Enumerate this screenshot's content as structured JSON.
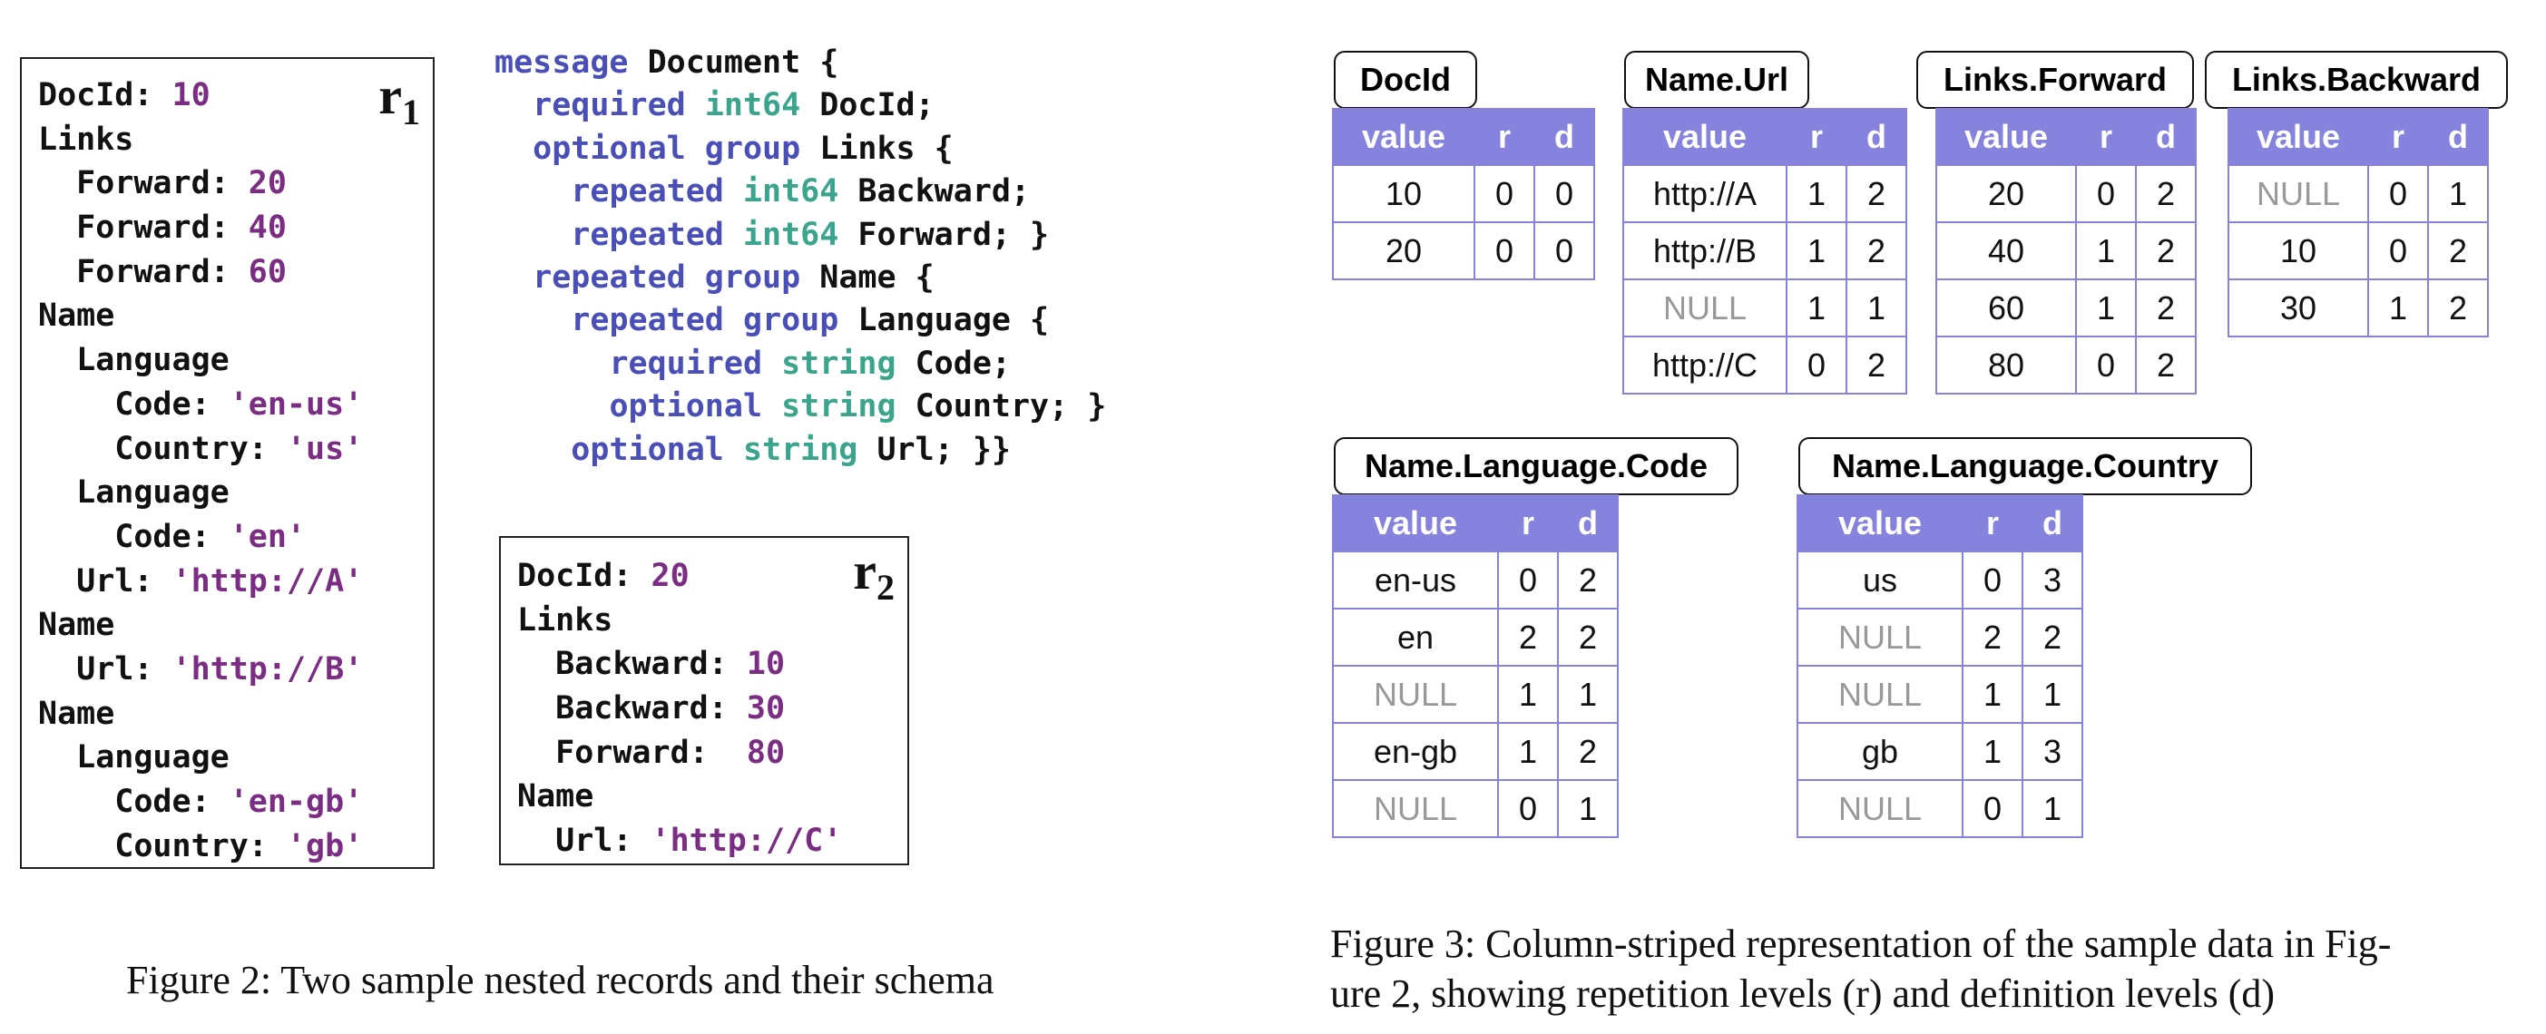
{
  "record1": {
    "label": "r",
    "label_sub": "1",
    "lines": [
      {
        "k": "DocId: ",
        "v": "10"
      },
      {
        "k": "Links",
        "v": ""
      },
      {
        "k": "  Forward: ",
        "v": "20"
      },
      {
        "k": "  Forward: ",
        "v": "40"
      },
      {
        "k": "  Forward: ",
        "v": "60"
      },
      {
        "k": "Name",
        "v": ""
      },
      {
        "k": "  Language",
        "v": ""
      },
      {
        "k": "    Code: ",
        "v": "'en-us'"
      },
      {
        "k": "    Country: ",
        "v": "'us'"
      },
      {
        "k": "  Language",
        "v": ""
      },
      {
        "k": "    Code: ",
        "v": "'en'"
      },
      {
        "k": "  Url: ",
        "v": "'http://A'"
      },
      {
        "k": "Name",
        "v": ""
      },
      {
        "k": "  Url: ",
        "v": "'http://B'"
      },
      {
        "k": "Name",
        "v": ""
      },
      {
        "k": "  Language",
        "v": ""
      },
      {
        "k": "    Code: ",
        "v": "'en-gb'"
      },
      {
        "k": "    Country: ",
        "v": "'gb'"
      }
    ]
  },
  "record2": {
    "label": "r",
    "label_sub": "2",
    "lines": [
      {
        "k": "DocId: ",
        "v": "20"
      },
      {
        "k": "Links",
        "v": ""
      },
      {
        "k": "  Backward: ",
        "v": "10"
      },
      {
        "k": "  Backward: ",
        "v": "30"
      },
      {
        "k": "  Forward:  ",
        "v": "80"
      },
      {
        "k": "Name",
        "v": ""
      },
      {
        "k": "  Url: ",
        "v": "'http://C'"
      }
    ]
  },
  "schema": {
    "lines": [
      [
        {
          "t": "message",
          "c": "kw"
        },
        {
          "t": " Document {",
          "c": ""
        }
      ],
      [
        {
          "t": "  ",
          "c": ""
        },
        {
          "t": "required",
          "c": "kw"
        },
        {
          "t": " ",
          "c": ""
        },
        {
          "t": "int64",
          "c": "ty"
        },
        {
          "t": " DocId;",
          "c": ""
        }
      ],
      [
        {
          "t": "  ",
          "c": ""
        },
        {
          "t": "optional group",
          "c": "kw"
        },
        {
          "t": " Links {",
          "c": ""
        }
      ],
      [
        {
          "t": "    ",
          "c": ""
        },
        {
          "t": "repeated",
          "c": "kw"
        },
        {
          "t": " ",
          "c": ""
        },
        {
          "t": "int64",
          "c": "ty"
        },
        {
          "t": " Backward;",
          "c": ""
        }
      ],
      [
        {
          "t": "    ",
          "c": ""
        },
        {
          "t": "repeated",
          "c": "kw"
        },
        {
          "t": " ",
          "c": ""
        },
        {
          "t": "int64",
          "c": "ty"
        },
        {
          "t": " Forward; }",
          "c": ""
        }
      ],
      [
        {
          "t": "  ",
          "c": ""
        },
        {
          "t": "repeated group",
          "c": "kw"
        },
        {
          "t": " Name {",
          "c": ""
        }
      ],
      [
        {
          "t": "    ",
          "c": ""
        },
        {
          "t": "repeated group",
          "c": "kw"
        },
        {
          "t": " Language {",
          "c": ""
        }
      ],
      [
        {
          "t": "      ",
          "c": ""
        },
        {
          "t": "required",
          "c": "kw"
        },
        {
          "t": " ",
          "c": ""
        },
        {
          "t": "string",
          "c": "ty"
        },
        {
          "t": " Code;",
          "c": ""
        }
      ],
      [
        {
          "t": "      ",
          "c": ""
        },
        {
          "t": "optional",
          "c": "kw"
        },
        {
          "t": " ",
          "c": ""
        },
        {
          "t": "string",
          "c": "ty"
        },
        {
          "t": " Country; }",
          "c": ""
        }
      ],
      [
        {
          "t": "    ",
          "c": ""
        },
        {
          "t": "optional",
          "c": "kw"
        },
        {
          "t": " ",
          "c": ""
        },
        {
          "t": "string",
          "c": "ty"
        },
        {
          "t": " Url; }}",
          "c": ""
        }
      ]
    ]
  },
  "captions": {
    "fig2": "Figure 2: Two sample nested records and their schema",
    "fig3_line1": "Figure 3: Column-striped representation of the sample data in Fig-",
    "fig3_line2": "ure 2, showing repetition levels (r) and definition levels (d)"
  },
  "table_headers": [
    "value",
    "r",
    "d"
  ],
  "columns": [
    {
      "id": "docid",
      "title": "DocId",
      "rows": [
        [
          "10",
          "0",
          "0"
        ],
        [
          "20",
          "0",
          "0"
        ]
      ]
    },
    {
      "id": "name-url",
      "title": "Name.Url",
      "rows": [
        [
          "http://A",
          "1",
          "2"
        ],
        [
          "http://B",
          "1",
          "2"
        ],
        [
          "NULL",
          "1",
          "1"
        ],
        [
          "http://C",
          "0",
          "2"
        ]
      ]
    },
    {
      "id": "links-forward",
      "title": "Links.Forward",
      "rows": [
        [
          "20",
          "0",
          "2"
        ],
        [
          "40",
          "1",
          "2"
        ],
        [
          "60",
          "1",
          "2"
        ],
        [
          "80",
          "0",
          "2"
        ]
      ]
    },
    {
      "id": "links-backward",
      "title": "Links.Backward",
      "rows": [
        [
          "NULL",
          "0",
          "1"
        ],
        [
          "10",
          "0",
          "2"
        ],
        [
          "30",
          "1",
          "2"
        ]
      ]
    },
    {
      "id": "name-language-code",
      "title": "Name.Language.Code",
      "rows": [
        [
          "en-us",
          "0",
          "2"
        ],
        [
          "en",
          "2",
          "2"
        ],
        [
          "NULL",
          "1",
          "1"
        ],
        [
          "en-gb",
          "1",
          "2"
        ],
        [
          "NULL",
          "0",
          "1"
        ]
      ]
    },
    {
      "id": "name-language-country",
      "title": "Name.Language.Country",
      "rows": [
        [
          "us",
          "0",
          "3"
        ],
        [
          "NULL",
          "2",
          "2"
        ],
        [
          "NULL",
          "1",
          "1"
        ],
        [
          "gb",
          "1",
          "3"
        ],
        [
          "NULL",
          "0",
          "1"
        ]
      ]
    }
  ],
  "colors": {
    "keyword": "#4a4fb8",
    "type": "#3aa58c",
    "value": "#7b2c83",
    "header": "#8583de",
    "null_text": "#999999"
  }
}
